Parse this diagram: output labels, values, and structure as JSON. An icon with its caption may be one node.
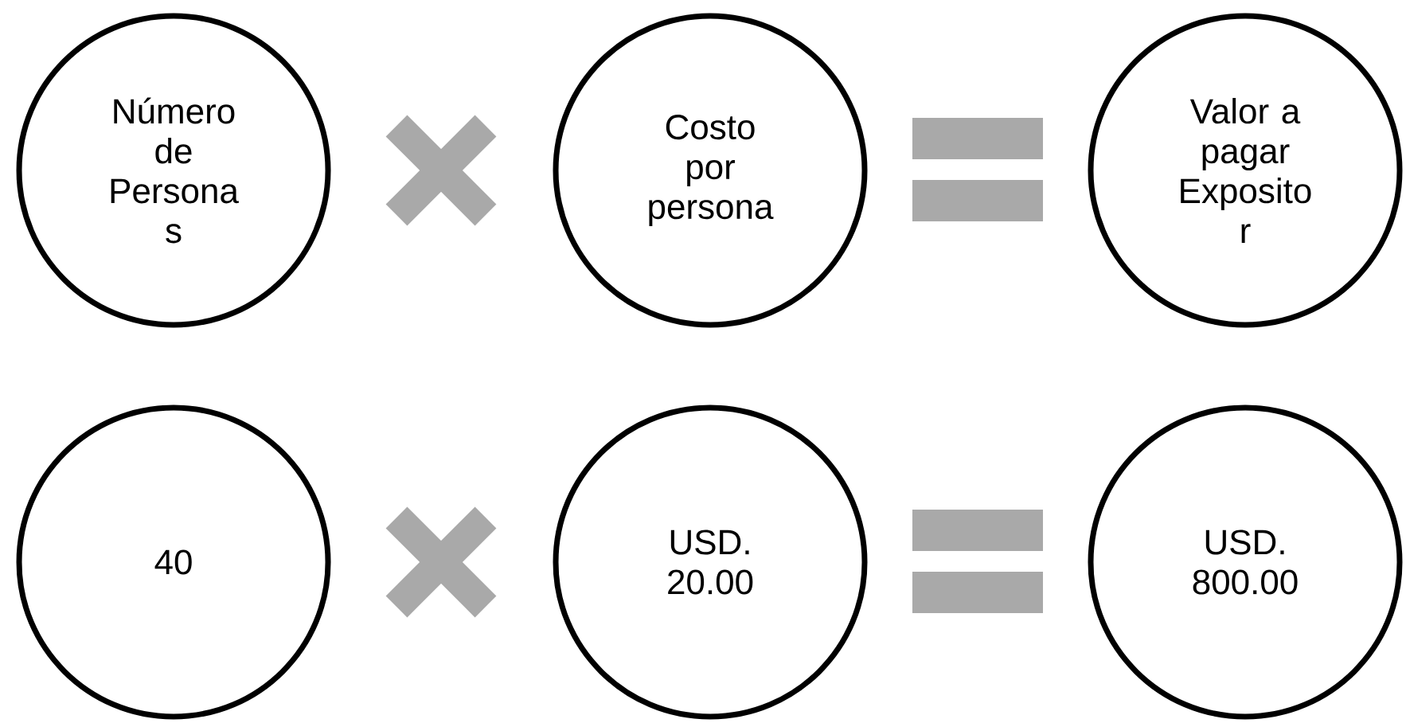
{
  "diagram": {
    "nodes": [
      {
        "text": [
          "Número de Persona s"
        ]
      },
      {
        "text": [
          "Costo por persona"
        ]
      },
      {
        "text": [
          "Valor a pagar Exposito r"
        ]
      },
      {
        "text": [
          "40"
        ]
      },
      {
        "text": [
          "USD. 20.00"
        ]
      },
      {
        "text": [
          "USD. 800.00"
        ]
      }
    ]
  }
}
